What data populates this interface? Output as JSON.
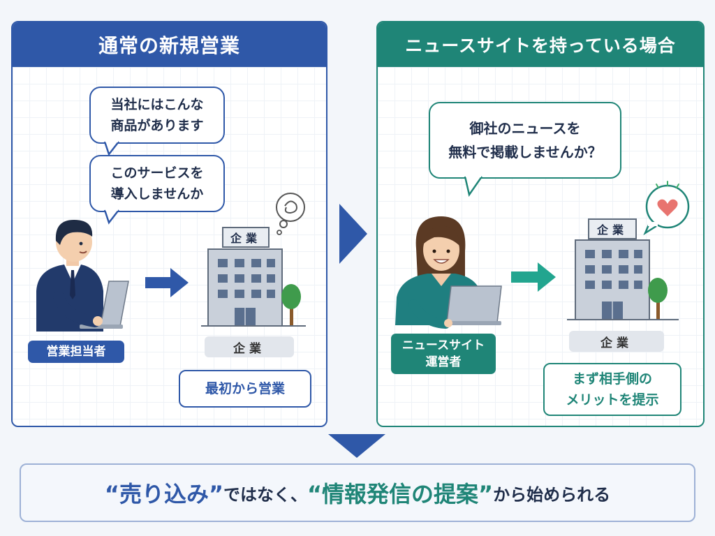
{
  "left_panel": {
    "title": "通常の新規営業",
    "bubble1": {
      "line1": "当社にはこんな",
      "line2": "商品があります"
    },
    "bubble2": {
      "line1": "このサービスを",
      "line2": "導入しませんか"
    },
    "person_label": "営業担当者",
    "building_sign": "企業",
    "company_label": "企業",
    "result": "最初から営業"
  },
  "right_panel": {
    "title": "ニュースサイトを持っている場合",
    "bubble": {
      "line1": "御社のニュースを",
      "line2": "無料で掲載しませんか？"
    },
    "person_label": {
      "line1": "ニュースサイト",
      "line2": "運営者"
    },
    "building_sign": "企業",
    "company_label": "企業",
    "result": {
      "line1": "まず相手側の",
      "line2": "メリットを提示"
    }
  },
  "conclusion": {
    "part1": "“売り込み”",
    "part2": "ではなく、",
    "part3": "“情報発信の提案”",
    "part4": "から始められる"
  },
  "colors": {
    "blue": "#2f58a8",
    "teal": "#1f8577",
    "heart": "#e8746f"
  }
}
